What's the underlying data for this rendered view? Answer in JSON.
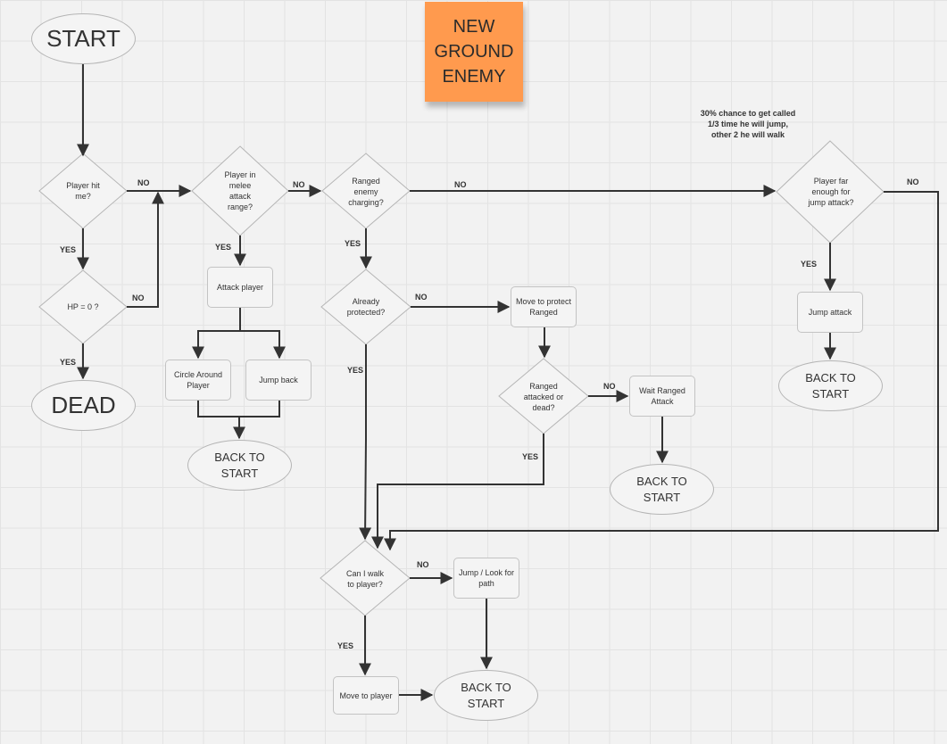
{
  "title_note": "NEW GROUND ENEMY",
  "comment": "30% chance to get called 1/3 time he will jump, other 2 he will walk",
  "nodes": {
    "start": "START",
    "dead": "DEAD",
    "player_hit": "Player hit me?",
    "hp_zero": "HP = 0 ?",
    "melee_range": "Player in melee attack range?",
    "attack_player": "Attack player",
    "circle_around": "Circle Around Player",
    "jump_back": "Jump back",
    "back_to_start_1": "BACK TO START",
    "ranged_charging": "Ranged enemy charging?",
    "already_protected": "Already protected?",
    "move_protect": "Move to protect Ranged",
    "ranged_attacked": "Ranged attacked or dead?",
    "wait_ranged": "Wait Ranged Attack",
    "back_to_start_2": "BACK TO START",
    "player_far": "Player far enough for jump attack?",
    "jump_attack": "Jump attack",
    "back_to_start_3": "BACK TO START",
    "can_walk": "Can I walk to player?",
    "jump_look": "Jump / Look for path",
    "move_to_player": "Move to player",
    "back_to_start_4": "BACK TO START"
  },
  "labels": {
    "yes_hit": "YES",
    "yes_hp": "YES",
    "no_hp": "NO",
    "no_hit": "NO",
    "yes_melee": "YES",
    "no_melee": "NO",
    "yes_ranged": "YES",
    "no_ranged": "NO",
    "no_protected": "NO",
    "yes_protected": "YES",
    "no_ranged_attacked": "NO",
    "yes_ranged_attacked": "YES",
    "yes_far": "YES",
    "no_far": "NO",
    "no_walk": "NO",
    "yes_walk": "YES"
  }
}
